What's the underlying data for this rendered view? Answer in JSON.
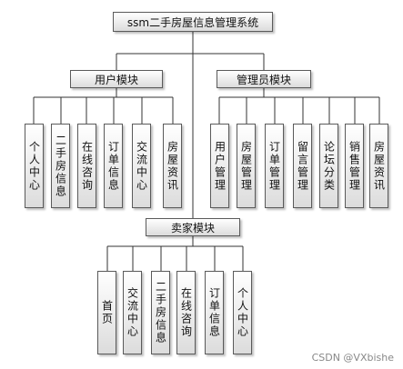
{
  "root": "ssm二手房屋信息管理系统",
  "groups": {
    "user": {
      "title": "用户模块",
      "items": [
        "个人中心",
        "二手房信息",
        "在线咨询",
        "订单信息",
        "交流中心",
        "房屋资讯"
      ]
    },
    "admin": {
      "title": "管理员模块",
      "items": [
        "用户管理",
        "房屋管理",
        "订单管理",
        "留言管理",
        "论坛分类",
        "销售管理",
        "房屋资讯"
      ]
    },
    "seller": {
      "title": "卖家模块",
      "items": [
        "首页",
        "交流中心",
        "二手房信息",
        "在线咨询",
        "订单信息",
        "个人中心"
      ]
    }
  },
  "watermark": "CSDN @VXbishe"
}
